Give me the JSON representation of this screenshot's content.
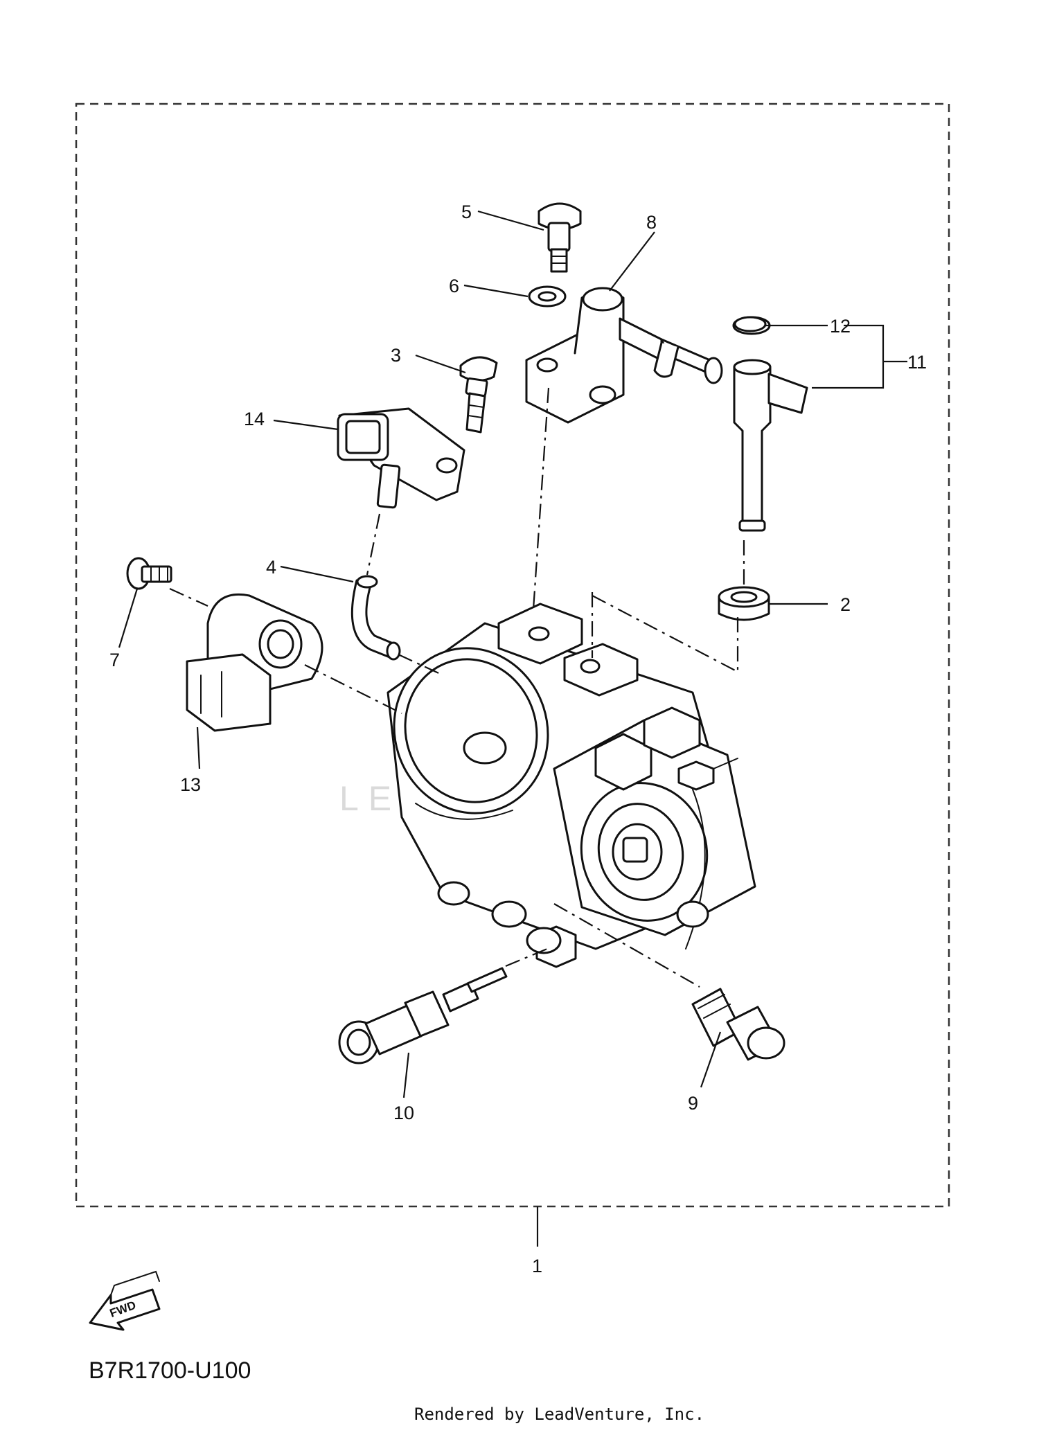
{
  "diagram": {
    "drawing_code": "B7R1700-U100",
    "footer": "Rendered by LeadVenture, Inc.",
    "watermark": "LEADVENTURE",
    "fwd_label": "FWD",
    "callouts": [
      {
        "id": "c1",
        "label": "1"
      },
      {
        "id": "c2",
        "label": "2"
      },
      {
        "id": "c3",
        "label": "3"
      },
      {
        "id": "c4",
        "label": "4"
      },
      {
        "id": "c5",
        "label": "5"
      },
      {
        "id": "c6",
        "label": "6"
      },
      {
        "id": "c7",
        "label": "7"
      },
      {
        "id": "c8",
        "label": "8"
      },
      {
        "id": "c9",
        "label": "9"
      },
      {
        "id": "c10",
        "label": "10"
      },
      {
        "id": "c11",
        "label": "11"
      },
      {
        "id": "c12",
        "label": "12"
      },
      {
        "id": "c13",
        "label": "13"
      },
      {
        "id": "c14",
        "label": "14"
      }
    ]
  }
}
